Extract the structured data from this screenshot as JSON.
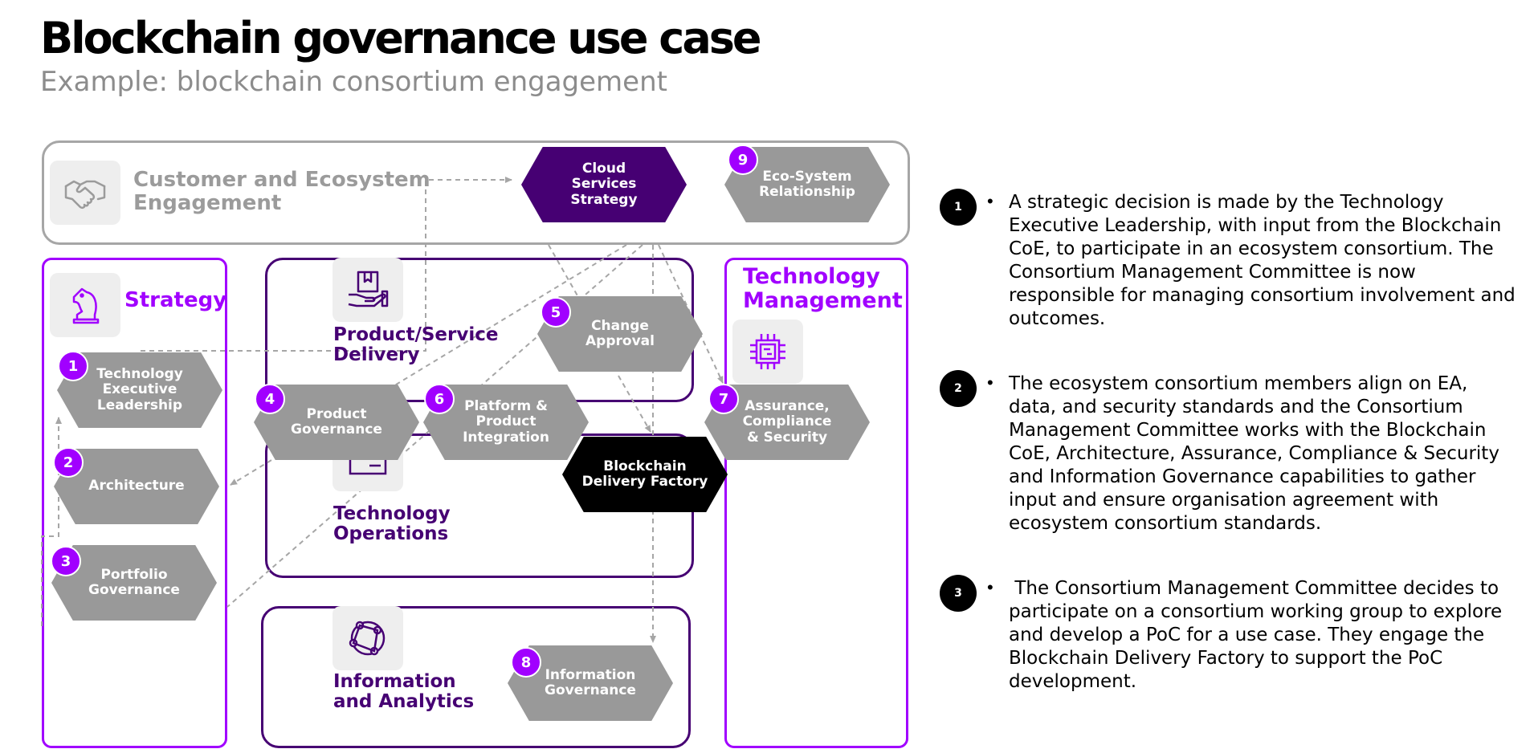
{
  "title": "Blockchain governance use case",
  "subtitle": "Example:  blockchain consortium engagement",
  "groups": {
    "customer": "Customer and Ecosystem\nEngagement",
    "strategy": "Strategy",
    "product": "Product/Service\nDelivery",
    "techops": "Technology\nOperations",
    "info": "Information\nand Analytics",
    "techmgmt": "Technology\nManagement"
  },
  "icons": {
    "customer": "handshake-icon",
    "strategy": "chess-knight-icon",
    "product": "hand-box-icon",
    "techops": "monitor-icon",
    "info": "network-icon",
    "techmgmt": "chip-icon"
  },
  "nodes": {
    "cloud": "Cloud\nServices\nStrategy",
    "eco": "Eco-System\nRelationship",
    "tel": "Technology\nExecutive\nLeadership",
    "arch": "Architecture",
    "portfolio": "Portfolio\nGovernance",
    "product_gov": "Product\nGovernance",
    "change": "Change\nApproval",
    "platform": "Platform &\nProduct\nIntegration",
    "bdf": "Blockchain\nDelivery Factory",
    "assurance": "Assurance,\nCompliance\n& Security",
    "infogov": "Information\nGovernance"
  },
  "badges": {
    "tel": "1",
    "arch": "2",
    "portfolio": "3",
    "product_gov": "4",
    "change": "5",
    "platform": "6",
    "assurance": "7",
    "infogov": "8",
    "eco": "9"
  },
  "notes": [
    {
      "num": "1",
      "text": "A strategic decision is made by the Technology Executive Leadership, with input from the Blockchain CoE, to participate in an ecosystem consortium. The Consortium Management Committee is now responsible for managing consortium involvement and outcomes."
    },
    {
      "num": "2",
      "text": "The ecosystem consortium members align on EA, data, and security standards and the Consortium Management Committee works with the Blockchain CoE, Architecture, Assurance, Compliance & Security and Information Governance capabilities to gather input and ensure organisation agreement with ecosystem consortium standards."
    },
    {
      "num": "3",
      "text": " The Consortium Management Committee decides to participate on a consortium working group to explore and develop a PoC for a use case. They engage the Blockchain Delivery Factory to support the PoC development."
    }
  ],
  "colors": {
    "purple": "#a100ff",
    "dark_purple": "#460073",
    "grey": "#999999",
    "light_grey": "#a6a6a6",
    "black": "#000000"
  }
}
